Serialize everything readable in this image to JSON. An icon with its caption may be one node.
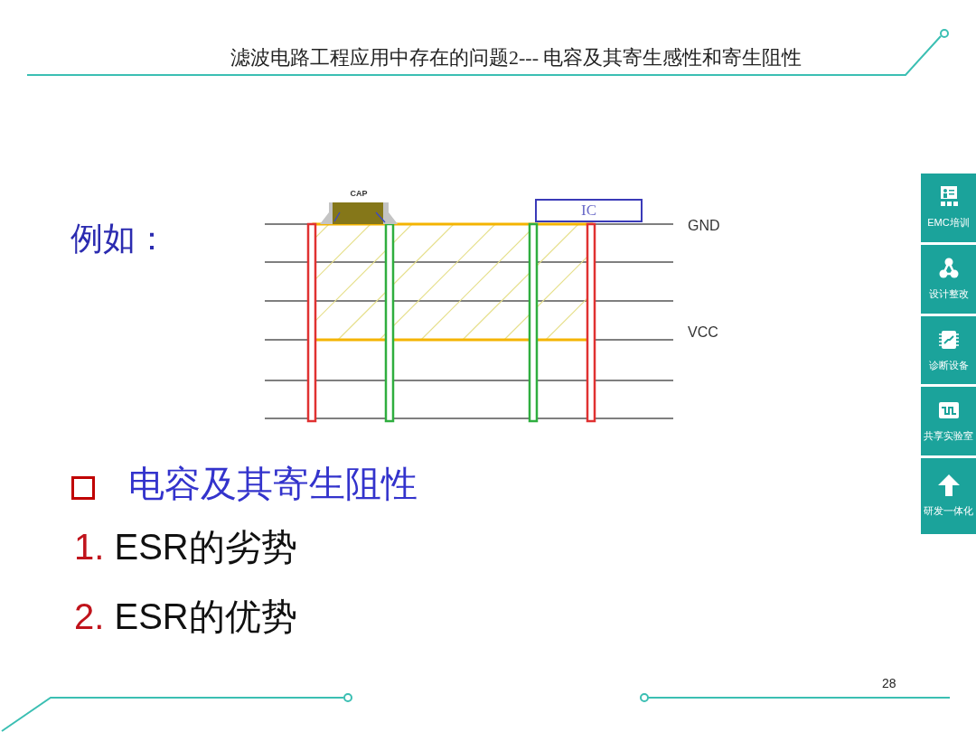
{
  "diagram": {
    "title": "滤波电路工程应用中存在的问题2--- 电容及其寄生感性和寄生阻性",
    "nodes": [
      {
        "text": [
          "CAP"
        ]
      },
      {
        "text": [
          "IC"
        ]
      },
      {
        "text": [
          "EMC培训"
        ]
      },
      {
        "text": [
          "设计整改"
        ]
      },
      {
        "text": [
          "诊断设备"
        ]
      },
      {
        "text": [
          "共享实验室"
        ]
      },
      {
        "text": [
          "研发一体化"
        ]
      }
    ],
    "labels": [
      "例如：",
      "GND",
      "VCC",
      "电容及其寄生阻性",
      "1. ESR的劣势",
      "2. ESR的优势",
      "28"
    ]
  }
}
